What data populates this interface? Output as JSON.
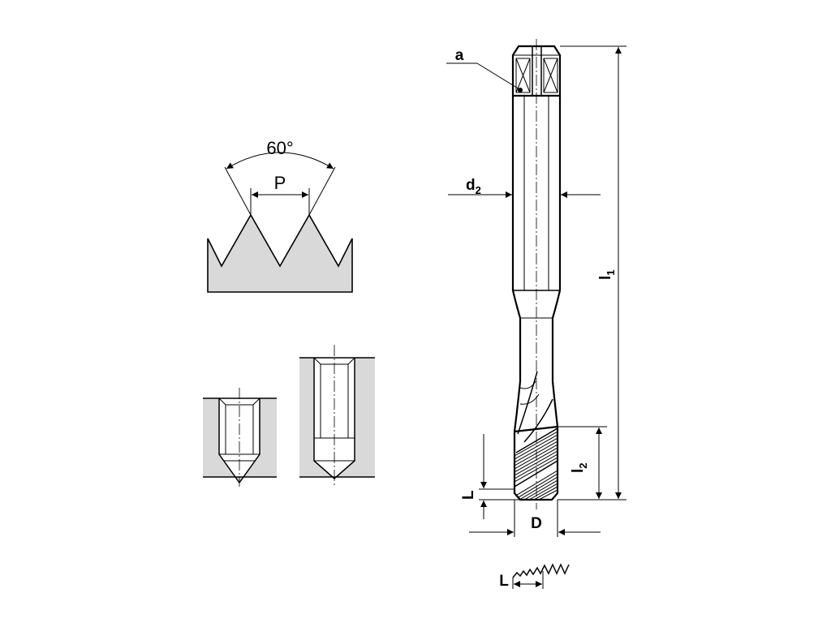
{
  "thread_profile": {
    "angle_label": "60°",
    "pitch_label": "P",
    "fill_color": "#d9d9d9"
  },
  "tap": {
    "square_label": "a",
    "shank_diameter_label": "d",
    "shank_diameter_sub": "2",
    "overall_length_label": "l",
    "overall_length_sub": "1",
    "thread_length_label": "l",
    "thread_length_sub": "2",
    "chamfer_label": "L",
    "nominal_diameter_label": "D"
  },
  "chamfer_detail": {
    "chamfer_label": "L"
  },
  "colors": {
    "section_fill": "#d9d9d9",
    "line": "#000000"
  }
}
